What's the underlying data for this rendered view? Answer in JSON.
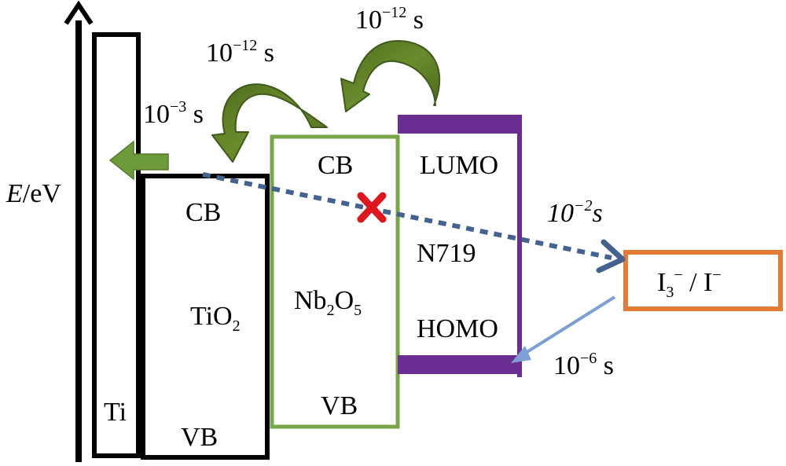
{
  "axis": {
    "label_italic": "E",
    "label_rest": "/eV"
  },
  "ti": {
    "label": "Ti"
  },
  "tio2": {
    "cb": "CB",
    "vb": "VB",
    "name_main": "TiO",
    "name_sub": "2"
  },
  "nb2o5": {
    "cb": "CB",
    "vb": "VB",
    "name_a": "Nb",
    "name_sub1": "2",
    "name_b": "O",
    "name_sub2": "5"
  },
  "n719": {
    "lumo": "LUMO",
    "homo": "HOMO",
    "name": "N719"
  },
  "electrolyte": {
    "a": "I",
    "a_sub": "3",
    "a_sup": "−",
    "sep": " / I",
    "b_sup": "−"
  },
  "times": {
    "ti_injection": {
      "base": "10",
      "exp": "−3",
      "unit": " s"
    },
    "tio2_transfer": {
      "base": "10",
      "exp": "−12",
      "unit": " s"
    },
    "dye_injection": {
      "base": "10",
      "exp": "−12",
      "unit": " s"
    },
    "recombination": {
      "base": "10",
      "exp": "−2",
      "unit": "s"
    },
    "regeneration": {
      "base": "10",
      "exp": "−6",
      "unit": " s"
    }
  },
  "colors": {
    "frame": "#000000",
    "nb2o5_box": "#7aa64a",
    "dye_bar": "#6a2d91",
    "electrolyte_box": "#e47c36",
    "curved_arrow": "#5b7a23",
    "green_arrow": "#6d9b3a",
    "dashed_arrow": "#44628f",
    "regen_arrow": "#7e9fd4",
    "block_mark": "#e0161f"
  }
}
